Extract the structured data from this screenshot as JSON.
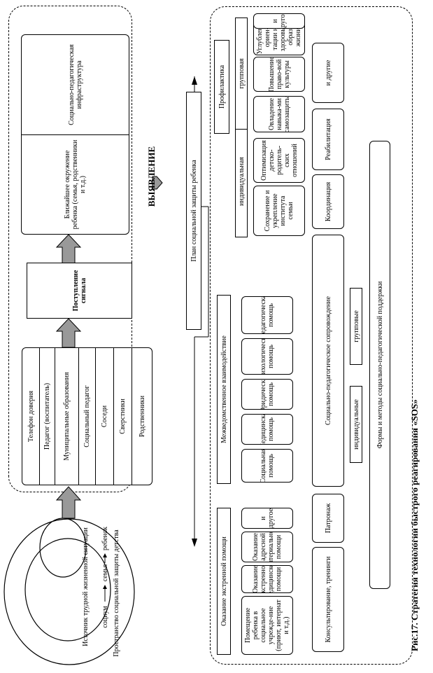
{
  "ellipses": {
    "outer": "Пространство социальной защиты детства",
    "middle": "Источник трудной жизненной ситуации",
    "socium": "социум",
    "family": "семья",
    "child": "ребенок"
  },
  "sources": [
    "Телефон доверия",
    "Педагог (воспитатель)",
    "Муниципальные образования",
    "Социальный педагог",
    "Соседи",
    "Сверстники",
    "Родственники"
  ],
  "signal": "Поступление сигнала",
  "environment": {
    "left": "Ближайшее окружение ребенка (семья, родственники и т.д.)",
    "right": "Социально-педагогическая инфраструктура"
  },
  "detection": "ВЫЯВЛЕНИЕ",
  "plan": "План социальной защиты ребенка",
  "emergency": {
    "title": "Оказание экстренной помощи",
    "items": [
      "Помещение ребенка в социальное учрежде-ние (приют, интернат и т.д.)",
      "Оказание экстренной медицинской помощи",
      "Оказание адресной материальной помощи",
      "и другое"
    ]
  },
  "interagency": {
    "title": "Межведомственное взаимодействие",
    "items": [
      "Социальная помощь",
      "Медицинская помощь",
      "Юридическая помощь",
      "Психологическая помощь",
      "Педагогическая помощь"
    ]
  },
  "prevention": {
    "title": "Профилактика",
    "individual": "индивидуальная",
    "group": "групповая",
    "individual_items": [
      "Сохранение и укрепление института семьи",
      "Оптимизация детско-родитель-ских отношений"
    ],
    "group_items": [
      "Овладение навыка-ми самозащиты",
      "Повышение право-вой культуры",
      "Углубление ориен-тации на здоровый образ жизни",
      "и другое"
    ]
  },
  "support": {
    "row": [
      "Консультирование, тренинги",
      "Патронаж",
      "Социально-педагогическое сопровождение",
      "Координация",
      "Реабилитация",
      "и другие"
    ],
    "individual": "индивидуальные",
    "group": "групповые",
    "forms": "Формы и методы социально-педагогической поддержки"
  },
  "caption": "Рис.17. Стратегия технологии быстрого реагирования «SOS»"
}
